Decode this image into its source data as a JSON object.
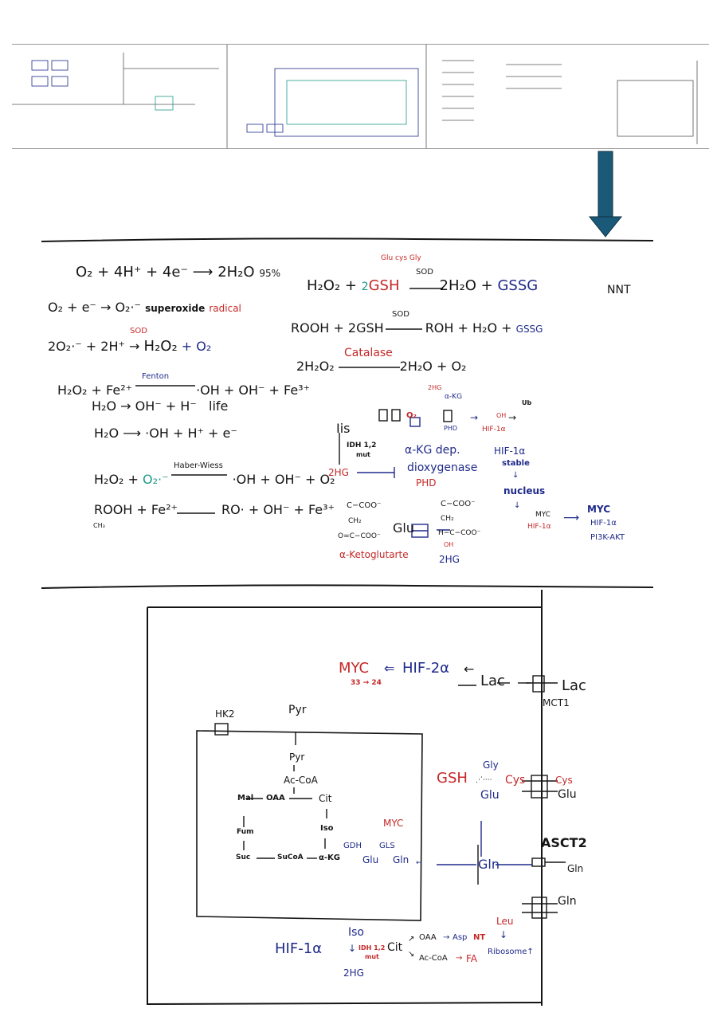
{
  "colors": {
    "ink": "#151515",
    "red": "#c62828",
    "blue": "#1f2a8a",
    "teal": "#1f9a8a",
    "arrow": "#1a5a78"
  },
  "thumbnail_strip": {
    "description_icon": "overview-thumbnail-strip"
  },
  "ros": {
    "eq1": "O₂ + 4H⁺ + 4e⁻ ⟶ 2H₂O",
    "eq1_pct": "95%",
    "eq2": "O₂ + e⁻ → O₂·⁻",
    "eq2_note": "superoxide",
    "eq2_note_red": "radical",
    "eq3_left": "2O₂·⁻ + 2H⁺",
    "eq3_enzyme": "SOD",
    "eq3_arrow": "→",
    "eq3_right": "H₂O₂",
    "eq3_right_blue": "+ O₂",
    "eq4_left": "H₂O₂ + Fe²⁺",
    "eq4_enzyme": "Fenton",
    "eq4_right": "·OH + OH⁻ + Fe³⁺",
    "eq5": "H₂O → OH⁻ + H⁻",
    "eq5_note": "life",
    "eq6": "H₂O ⟶ ·OH + H⁺ + e⁻",
    "eq7_left": "H₂O₂ +",
    "eq7_teal": "O₂·⁻",
    "eq7_label": "Haber-Wiess",
    "eq7_right": "·OH + OH⁻ + O₂",
    "eq8_left": "ROOH + Fe²⁺",
    "eq8_right": "RO· + OH⁻ + Fe³⁺",
    "eq8_sub": "CH₃"
  },
  "antioxidant": {
    "gsh_components": "Glu cys Gly",
    "eq1_left": "H₂O₂ +",
    "eq1_two": "2",
    "eq1_gsh": "GSH",
    "eq1_enzyme": "SOD",
    "eq1_right": "2H₂O +",
    "eq1_gssg": "GSSG",
    "nnt": "NNT",
    "eq2_left": "ROOH + 2GSH",
    "eq2_enzyme": "SOD",
    "eq2_right": "ROH + H₂O +",
    "eq2_gssg": "GSSG",
    "eq3_left": "2H₂O₂",
    "eq3_enzyme": "Catalase",
    "eq3_right": "2H₂O + O₂"
  },
  "hif_panel": {
    "iso": "Iis",
    "idh": "IDH 1,2",
    "mut": "mut",
    "two_hg": "2HG",
    "top_2hg": "2HG",
    "akg": "α-KG",
    "o2": "O₂",
    "phd_small": "PHD",
    "oh": "OH",
    "ub": "Ub",
    "hif_red": "HIF-1α",
    "akg_dep": "α-KG dep.",
    "dioxygenase": "dioxygenase",
    "phd": "PHD",
    "hif_stable": "HIF-1α",
    "stable": "stable",
    "nucleus": "nucleus",
    "myc_small": "MYC",
    "hif_small": "HIF-1α",
    "targets": [
      "MYC",
      "HIF-1α",
      "PI3K-AKT"
    ],
    "akg_struct": [
      "C−COO⁻",
      "CH₂",
      "O=C−COO⁻"
    ],
    "glu": "Glu",
    "akg_name": "α-Ketoglutarte",
    "hg_struct": [
      "C−COO⁻",
      "CH₂",
      "H−C−COO⁻",
      "OH"
    ],
    "hg_name": "2HG"
  },
  "cell_diagram": {
    "myc": "MYC",
    "myc_note": "33 → 24",
    "hif2a": "HIF-2α",
    "lac_in": "Lac",
    "lac_out": "Lac",
    "mct1": "MCT1",
    "hk2": "HK2",
    "pyr_out": "Pyr",
    "pyr_in": "Pyr",
    "acoa": "Ac-CoA",
    "mal": "Mal",
    "oaa": "OAA",
    "cit": "Cit",
    "fum": "Fum",
    "iso": "Iso",
    "suc": "Suc",
    "succoa": "SuCoA",
    "akg": "α-KG",
    "gdh": "GDH",
    "glu_in": "Glu",
    "myc2": "MYC",
    "gls": "GLS",
    "gln_in": "Gln",
    "gsh": "GSH",
    "gly": "Gly",
    "cys_in": "Cys",
    "glu_mid": "Glu",
    "cys_out": "Cys",
    "glu_out": "Glu",
    "asct2": "ASCT2",
    "gln_mid": "Gln",
    "gln_out": "Gln",
    "gln_out2": "Gln",
    "leu": "Leu",
    "ribosome": "Ribosome↑",
    "hif1a": "HIF-1α",
    "iso2": "Iso",
    "idh": "IDH 1,2",
    "mut": "mut",
    "two_hg": "2HG",
    "cit2": "Cit",
    "oaa2": "OAA",
    "asp": "Asp",
    "nt": "NT",
    "acoa2": "Ac-CoA",
    "fa": "FA"
  }
}
